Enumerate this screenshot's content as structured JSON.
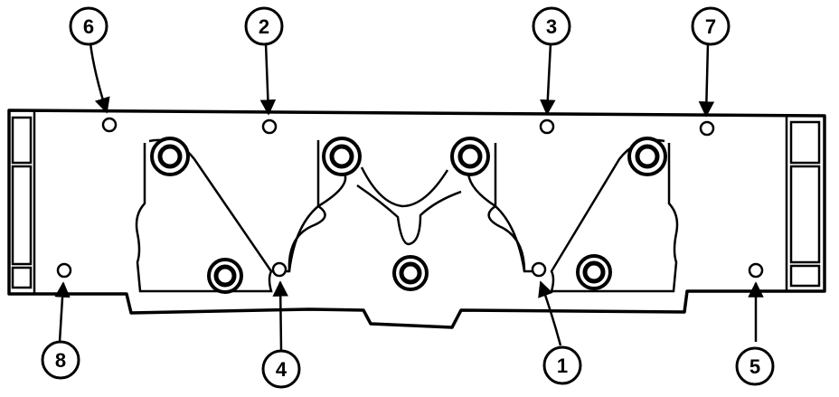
{
  "callouts": [
    {
      "id": "c6",
      "label": "6"
    },
    {
      "id": "c2",
      "label": "2"
    },
    {
      "id": "c3",
      "label": "3"
    },
    {
      "id": "c7",
      "label": "7"
    },
    {
      "id": "c8",
      "label": "8"
    },
    {
      "id": "c4",
      "label": "4"
    },
    {
      "id": "c1",
      "label": "1"
    },
    {
      "id": "c5",
      "label": "5"
    }
  ],
  "colors": {
    "ink": "#000000",
    "paper": "#ffffff"
  }
}
